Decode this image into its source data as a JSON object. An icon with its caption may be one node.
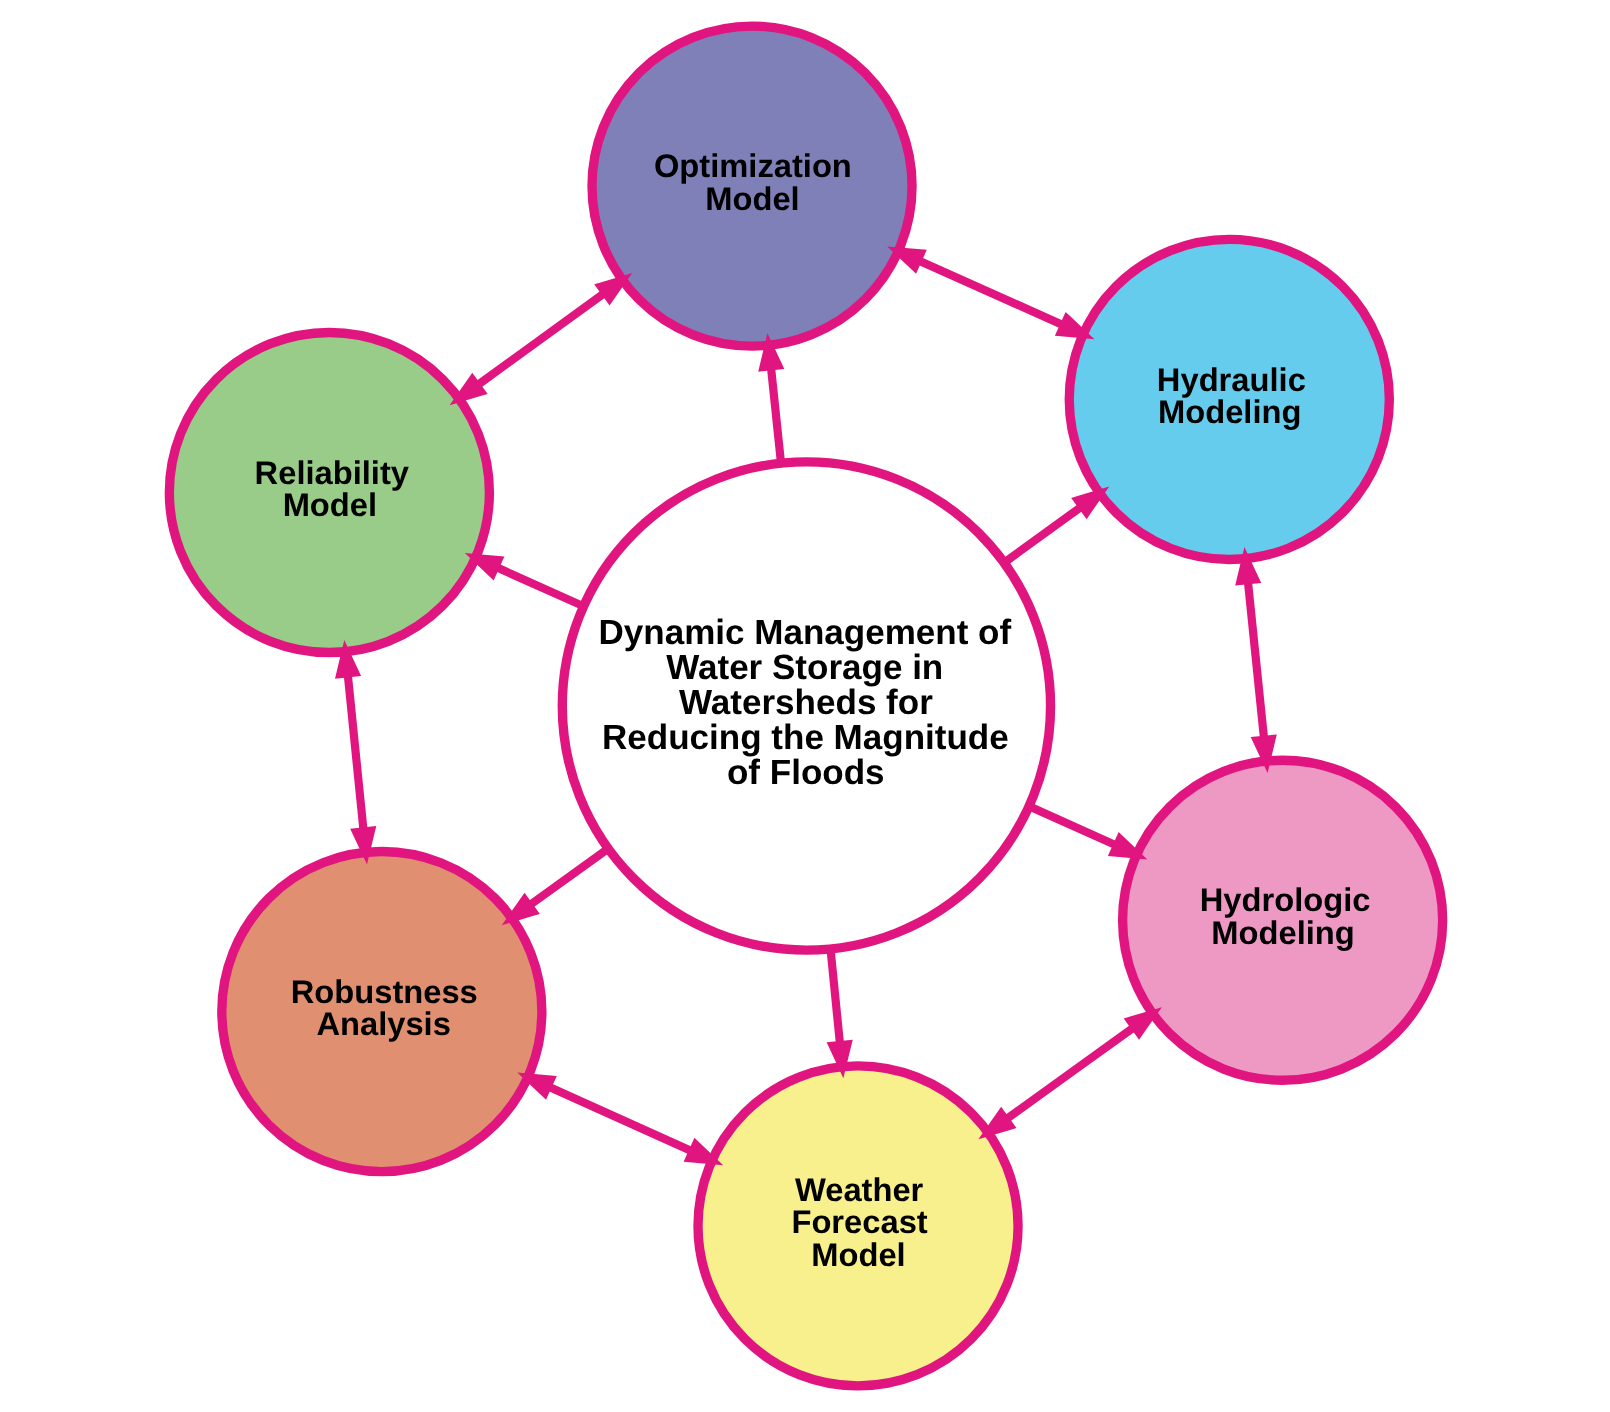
{
  "diagram": {
    "nodes": [
      {
        "text": [
          "Optimization Model"
        ]
      },
      {
        "text": [
          "Hydraulic Modeling"
        ]
      },
      {
        "text": [
          "Reliability Model"
        ]
      },
      {
        "text": [
          "Dynamic Management of Water Storage in Watersheds for Reducing the Magnitude of Floods"
        ]
      },
      {
        "text": [
          "Hydrologic Modeling"
        ]
      },
      {
        "text": [
          "Robustness Analysis"
        ]
      },
      {
        "text": [
          "Weather Forecast Model"
        ]
      }
    ],
    "edges": [
      {
        "from": 3,
        "to": 0,
        "arrow": "to"
      },
      {
        "from": 3,
        "to": 1,
        "arrow": "to"
      },
      {
        "from": 3,
        "to": 4,
        "arrow": "to"
      },
      {
        "from": 3,
        "to": 6,
        "arrow": "to"
      },
      {
        "from": 3,
        "to": 5,
        "arrow": "to"
      },
      {
        "from": 3,
        "to": 2,
        "arrow": "to"
      },
      {
        "from": 0,
        "to": 1,
        "arrow": "both"
      },
      {
        "from": 1,
        "to": 4,
        "arrow": "both"
      },
      {
        "from": 4,
        "to": 6,
        "arrow": "both"
      },
      {
        "from": 6,
        "to": 5,
        "arrow": "both"
      },
      {
        "from": 5,
        "to": 2,
        "arrow": "both"
      },
      {
        "from": 2,
        "to": 0,
        "arrow": "both"
      }
    ]
  }
}
